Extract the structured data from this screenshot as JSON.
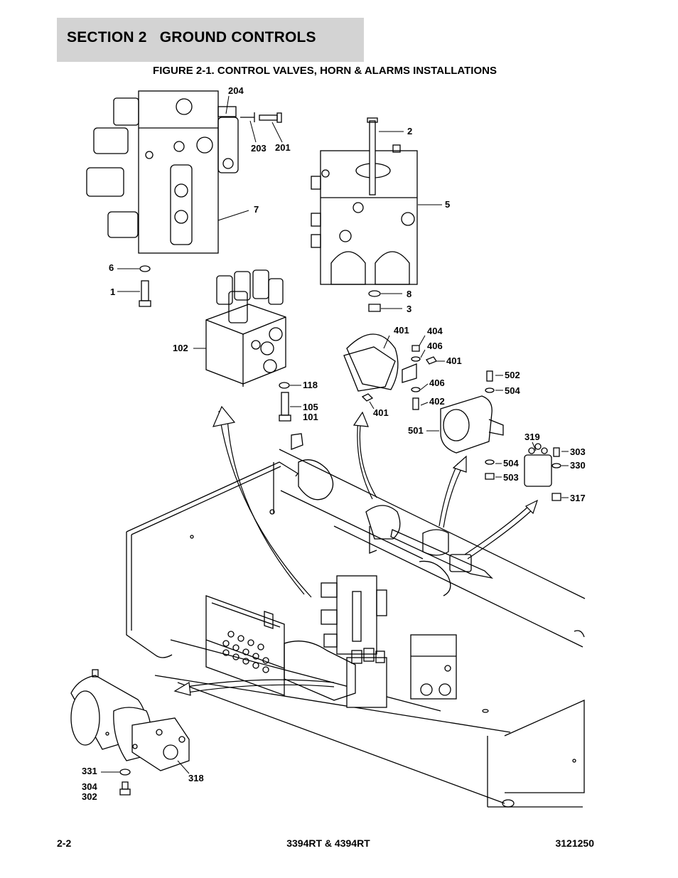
{
  "header": {
    "section_title": "SECTION 2   GROUND CONTROLS",
    "figure_title": "FIGURE 2-1. CONTROL VALVES, HORN & ALARMS INSTALLATIONS"
  },
  "callouts": [
    "204",
    "2",
    "203",
    "201",
    "7",
    "5",
    "6",
    "1",
    "8",
    "3",
    "401",
    "404",
    "406",
    "401",
    "102",
    "118",
    "105",
    "101",
    "406",
    "402",
    "401",
    "502",
    "504",
    "501",
    "319",
    "303",
    "504",
    "330",
    "503",
    "317",
    "331",
    "318",
    "304",
    "302"
  ],
  "footer": {
    "page_number": "2-2",
    "model": "3394RT & 4394RT",
    "doc_number": "3121250"
  }
}
